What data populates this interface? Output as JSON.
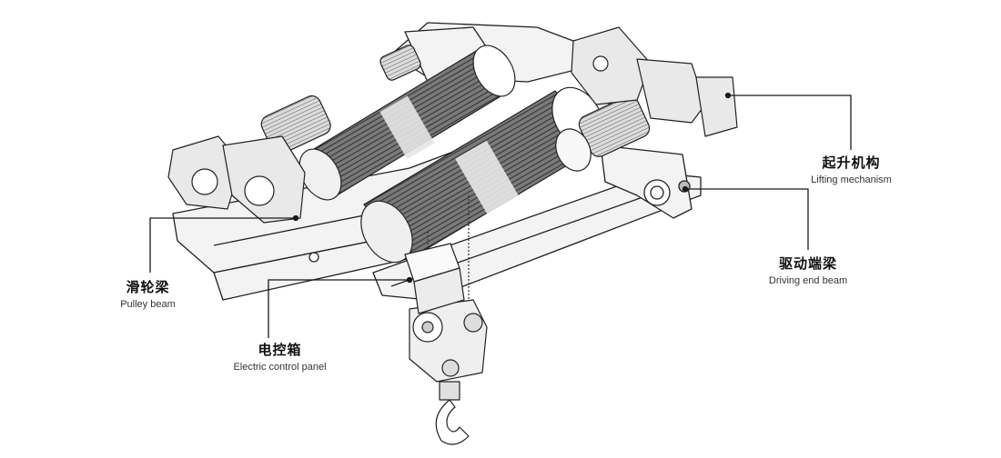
{
  "callouts": {
    "lifting": {
      "zh": "起升机构",
      "en": "Lifting mechanism"
    },
    "driving": {
      "zh": "驱动端梁",
      "en": "Driving end beam"
    },
    "pulley": {
      "zh": "滑轮梁",
      "en": "Pulley beam"
    },
    "control": {
      "zh": "电控箱",
      "en": "Electric control panel"
    }
  },
  "colors": {
    "ink": "#222222",
    "drum": "#5c5c5c",
    "panel": "#f3f3f3",
    "leader": "#1a1a1a"
  }
}
